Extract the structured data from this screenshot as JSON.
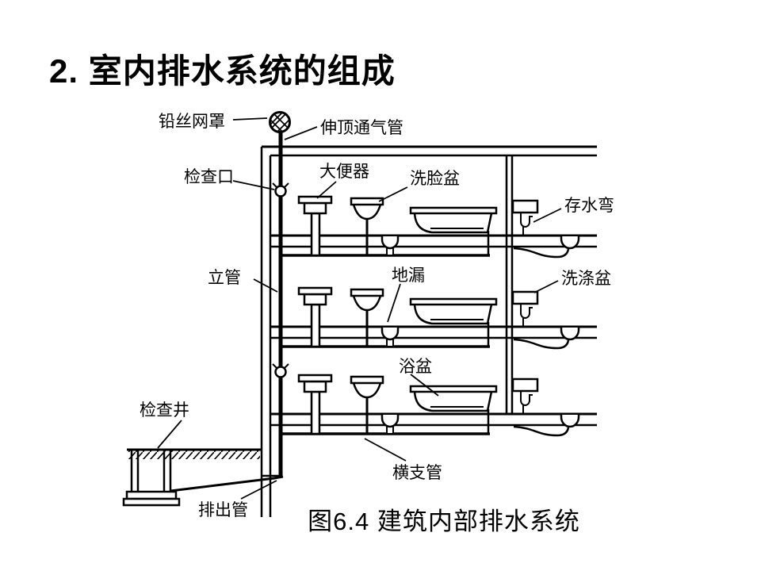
{
  "slide": {
    "title": "2. 室内排水系统的组成",
    "caption": "图6.4  建筑内部排水系统",
    "colors": {
      "background": "#ffffff",
      "ink": "#000000"
    }
  },
  "diagram": {
    "labels": [
      {
        "id": "wire-mesh-cover",
        "text": "铅丝网罩"
      },
      {
        "id": "roof-vent-pipe",
        "text": "伸顶通气管"
      },
      {
        "id": "inspection-port",
        "text": "检查口"
      },
      {
        "id": "toilet",
        "text": "大便器"
      },
      {
        "id": "washbasin",
        "text": "洗脸盆"
      },
      {
        "id": "water-trap",
        "text": "存水弯"
      },
      {
        "id": "riser-pipe",
        "text": "立管"
      },
      {
        "id": "floor-drain",
        "text": "地漏"
      },
      {
        "id": "washing-sink",
        "text": "洗涤盆"
      },
      {
        "id": "bathtub",
        "text": "浴盆"
      },
      {
        "id": "inspection-well",
        "text": "检查井"
      },
      {
        "id": "branch-pipe",
        "text": "横支管"
      },
      {
        "id": "discharge-pipe",
        "text": "排出管"
      }
    ]
  }
}
